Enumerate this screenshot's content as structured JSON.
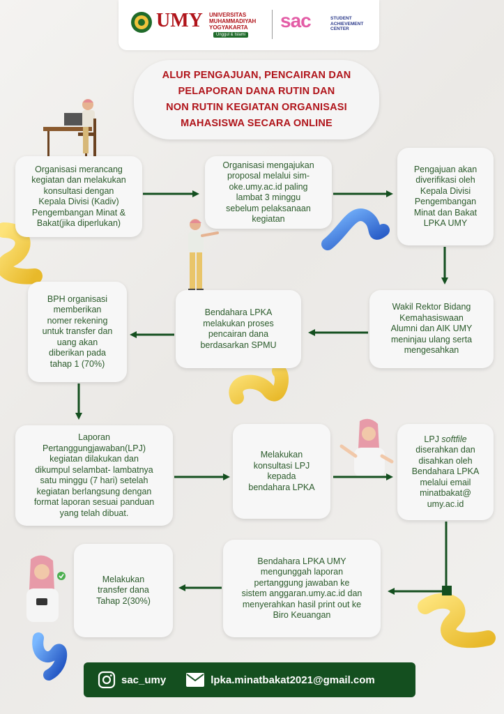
{
  "header": {
    "umy_logo_text": "UMY",
    "university_name_lines": [
      "UNIVERSITAS",
      "MUHAMMADIYAH",
      "YOGYAKARTA"
    ],
    "umy_tagline": "Unggul & Islami",
    "sac_logo_text": "sac",
    "sac_name_lines": [
      "STUDENT",
      "ACHIEVEMENT",
      "CENTER"
    ]
  },
  "title_lines": [
    "ALUR PENGAJUAN, PENCAIRAN DAN",
    "PELAPORAN DANA RUTIN DAN",
    "NON RUTIN KEGIATAN ORGANISASI",
    "MAHASISWA SECARA ONLINE"
  ],
  "steps": [
    "Organisasi merancang\nkegiatan dan melakukan\nkonsultasi dengan\nKepala Divisi (Kadiv)\nPengembangan Minat &\nBakat(jika diperlukan)",
    "Organisasi mengajukan\nproposal melalui sim-\noke.umy.ac.id paling\nlambat 3 minggu\nsebelum pelaksanaan\nkegiatan",
    "Pengajuan akan\ndiverifikasi oleh\nKepala Divisi\nPengembangan\nMinat dan Bakat\nLPKA UMY",
    "Wakil Rektor Bidang\nKemahasiswaan\nAlumni dan AIK UMY\nmeninjau ulang serta\nmengesahkan",
    "Bendahara LPKA\nmelakukan proses\npencairan dana\nberdasarkan SPMU",
    "BPH organisasi\nmemberikan\nnomer rekening\nuntuk transfer dan\nuang akan\ndiberikan pada\ntahap 1 (70%)",
    "Laporan\nPertanggungjawaban(LPJ)\nkegiatan dilakukan dan\ndikumpul selambat- lambatnya\nsatu minggu (7 hari) setelah\nkegiatan berlangsung dengan\nformat laporan sesuai panduan\nyang telah dibuat.",
    "Melakukan\nkonsultasi LPJ\nkepada\nbendahara LPKA",
    "Bendahara LPKA UMY\nmengunggah laporan\npertanggung jawaban ke\nsistem anggaran.umy.ac.id dan\nmenyerahkan hasil print out ke\nBiro Keuangan",
    "Melakukan\ntransfer  dana\nTahap 2(30%)"
  ],
  "step9": {
    "lead": "LPJ ",
    "emphasis": "softfile",
    "rest": "\ndiserahkan dan\ndisahkan oleh\nBendahara LPKA\nmelalui email\nminatbakat@\numy.ac.id"
  },
  "footer": {
    "instagram": "sac_umy",
    "email": "lpka.minatbakat2021@gmail.com"
  },
  "colors": {
    "title": "#b0141a",
    "text": "#2a5a2a",
    "arrow": "#144f1f",
    "footer_bg": "#144f1f",
    "yellow_accent": "#f2c94c",
    "blue_accent": "#2f6bd8"
  }
}
